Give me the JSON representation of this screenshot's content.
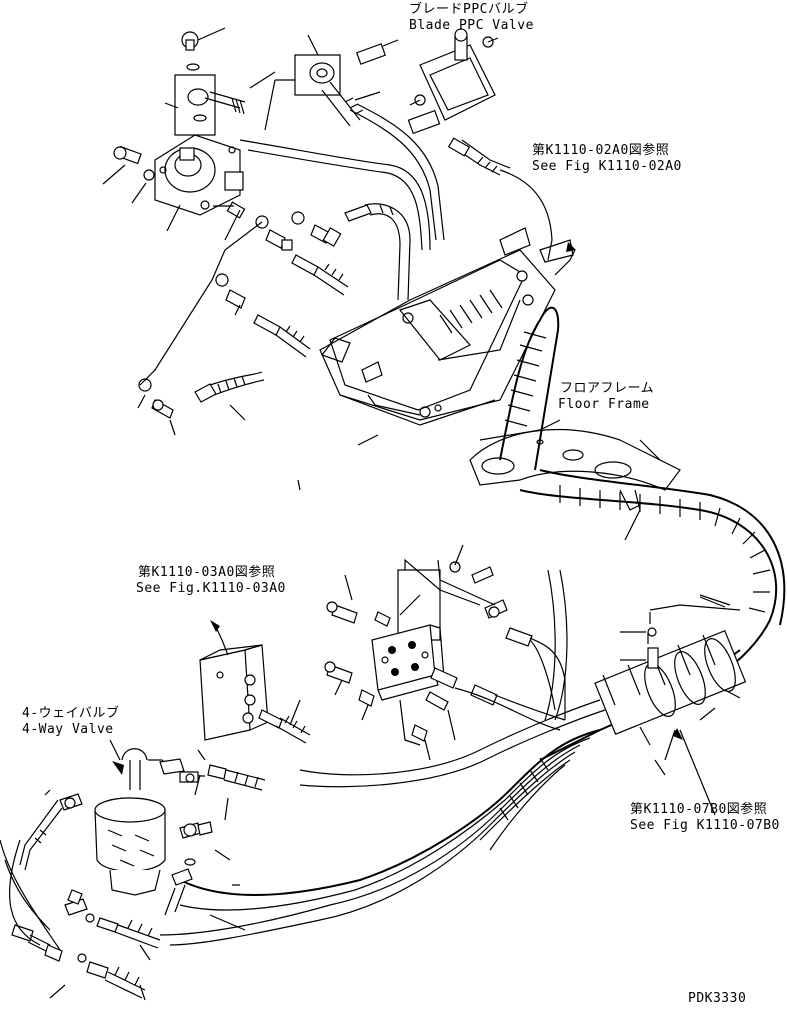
{
  "labels": {
    "blade_jp": "ブレードPPCバルブ",
    "blade_en": "Blade PPC Valve",
    "ref_02a0_jp": "第K1110-02A0図参照",
    "ref_02a0_en": "See Fig K1110-02A0",
    "floor_jp": "フロアフレーム",
    "floor_en": "Floor Frame",
    "ref_03a0_jp": "第K1110-03A0図参照",
    "ref_03a0_en": "See Fig.K1110-03A0",
    "way_jp": "4-ウェイバルブ",
    "way_en": "4-Way Valve",
    "ref_07b0_jp": "第K1110-07B0図参照",
    "ref_07b0_en": "See Fig K1110-07B0",
    "drawing_no": "PDK3330"
  }
}
